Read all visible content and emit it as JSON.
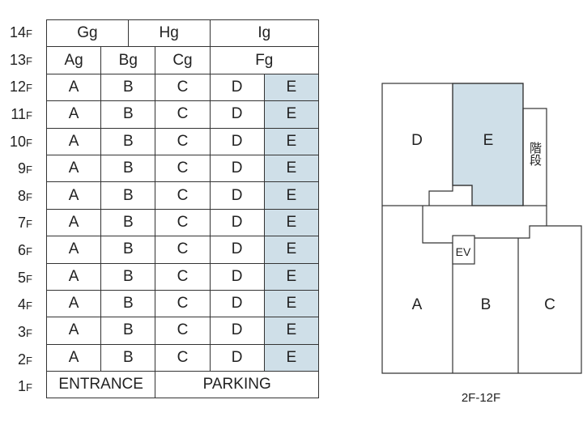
{
  "highlight_color": "#cfdfe8",
  "floors": [
    {
      "floor": "14",
      "unit": "F",
      "cells": [
        {
          "t": "Gg",
          "span": 3
        },
        {
          "t": "Hg",
          "span": 3
        },
        {
          "t": "Ig",
          "span": 4
        }
      ]
    },
    {
      "floor": "13",
      "unit": "F",
      "cells": [
        {
          "t": "Ag",
          "span": 2
        },
        {
          "t": "Bg",
          "span": 2
        },
        {
          "t": "Cg",
          "span": 2
        },
        {
          "t": "Fg",
          "span": 4
        }
      ]
    },
    {
      "floor": "12",
      "unit": "F",
      "cells": [
        {
          "t": "A",
          "span": 2
        },
        {
          "t": "B",
          "span": 2
        },
        {
          "t": "C",
          "span": 2
        },
        {
          "t": "D",
          "span": 2
        },
        {
          "t": "E",
          "span": 2,
          "hl": true
        }
      ]
    },
    {
      "floor": "11",
      "unit": "F",
      "cells": [
        {
          "t": "A",
          "span": 2
        },
        {
          "t": "B",
          "span": 2
        },
        {
          "t": "C",
          "span": 2
        },
        {
          "t": "D",
          "span": 2
        },
        {
          "t": "E",
          "span": 2,
          "hl": true
        }
      ]
    },
    {
      "floor": "10",
      "unit": "F",
      "cells": [
        {
          "t": "A",
          "span": 2
        },
        {
          "t": "B",
          "span": 2
        },
        {
          "t": "C",
          "span": 2
        },
        {
          "t": "D",
          "span": 2
        },
        {
          "t": "E",
          "span": 2,
          "hl": true
        }
      ]
    },
    {
      "floor": "9",
      "unit": "F",
      "cells": [
        {
          "t": "A",
          "span": 2
        },
        {
          "t": "B",
          "span": 2
        },
        {
          "t": "C",
          "span": 2
        },
        {
          "t": "D",
          "span": 2
        },
        {
          "t": "E",
          "span": 2,
          "hl": true
        }
      ]
    },
    {
      "floor": "8",
      "unit": "F",
      "cells": [
        {
          "t": "A",
          "span": 2
        },
        {
          "t": "B",
          "span": 2
        },
        {
          "t": "C",
          "span": 2
        },
        {
          "t": "D",
          "span": 2
        },
        {
          "t": "E",
          "span": 2,
          "hl": true
        }
      ]
    },
    {
      "floor": "7",
      "unit": "F",
      "cells": [
        {
          "t": "A",
          "span": 2
        },
        {
          "t": "B",
          "span": 2
        },
        {
          "t": "C",
          "span": 2
        },
        {
          "t": "D",
          "span": 2
        },
        {
          "t": "E",
          "span": 2,
          "hl": true
        }
      ]
    },
    {
      "floor": "6",
      "unit": "F",
      "cells": [
        {
          "t": "A",
          "span": 2
        },
        {
          "t": "B",
          "span": 2
        },
        {
          "t": "C",
          "span": 2
        },
        {
          "t": "D",
          "span": 2
        },
        {
          "t": "E",
          "span": 2,
          "hl": true
        }
      ]
    },
    {
      "floor": "5",
      "unit": "F",
      "cells": [
        {
          "t": "A",
          "span": 2
        },
        {
          "t": "B",
          "span": 2
        },
        {
          "t": "C",
          "span": 2
        },
        {
          "t": "D",
          "span": 2
        },
        {
          "t": "E",
          "span": 2,
          "hl": true
        }
      ]
    },
    {
      "floor": "4",
      "unit": "F",
      "cells": [
        {
          "t": "A",
          "span": 2
        },
        {
          "t": "B",
          "span": 2
        },
        {
          "t": "C",
          "span": 2
        },
        {
          "t": "D",
          "span": 2
        },
        {
          "t": "E",
          "span": 2,
          "hl": true
        }
      ]
    },
    {
      "floor": "3",
      "unit": "F",
      "cells": [
        {
          "t": "A",
          "span": 2
        },
        {
          "t": "B",
          "span": 2
        },
        {
          "t": "C",
          "span": 2
        },
        {
          "t": "D",
          "span": 2
        },
        {
          "t": "E",
          "span": 2,
          "hl": true
        }
      ]
    },
    {
      "floor": "2",
      "unit": "F",
      "cells": [
        {
          "t": "A",
          "span": 2
        },
        {
          "t": "B",
          "span": 2
        },
        {
          "t": "C",
          "span": 2
        },
        {
          "t": "D",
          "span": 2
        },
        {
          "t": "E",
          "span": 2,
          "hl": true
        }
      ]
    },
    {
      "floor": "1",
      "unit": "F",
      "cells": [
        {
          "t": "ENTRANCE",
          "span": 4
        },
        {
          "t": "PARKING",
          "span": 6
        }
      ]
    }
  ],
  "plan": {
    "units": {
      "A": "A",
      "B": "B",
      "C": "C",
      "D": "D",
      "E": "E"
    },
    "stairs": "階段",
    "elevator": "EV",
    "caption": "2F-12F"
  }
}
